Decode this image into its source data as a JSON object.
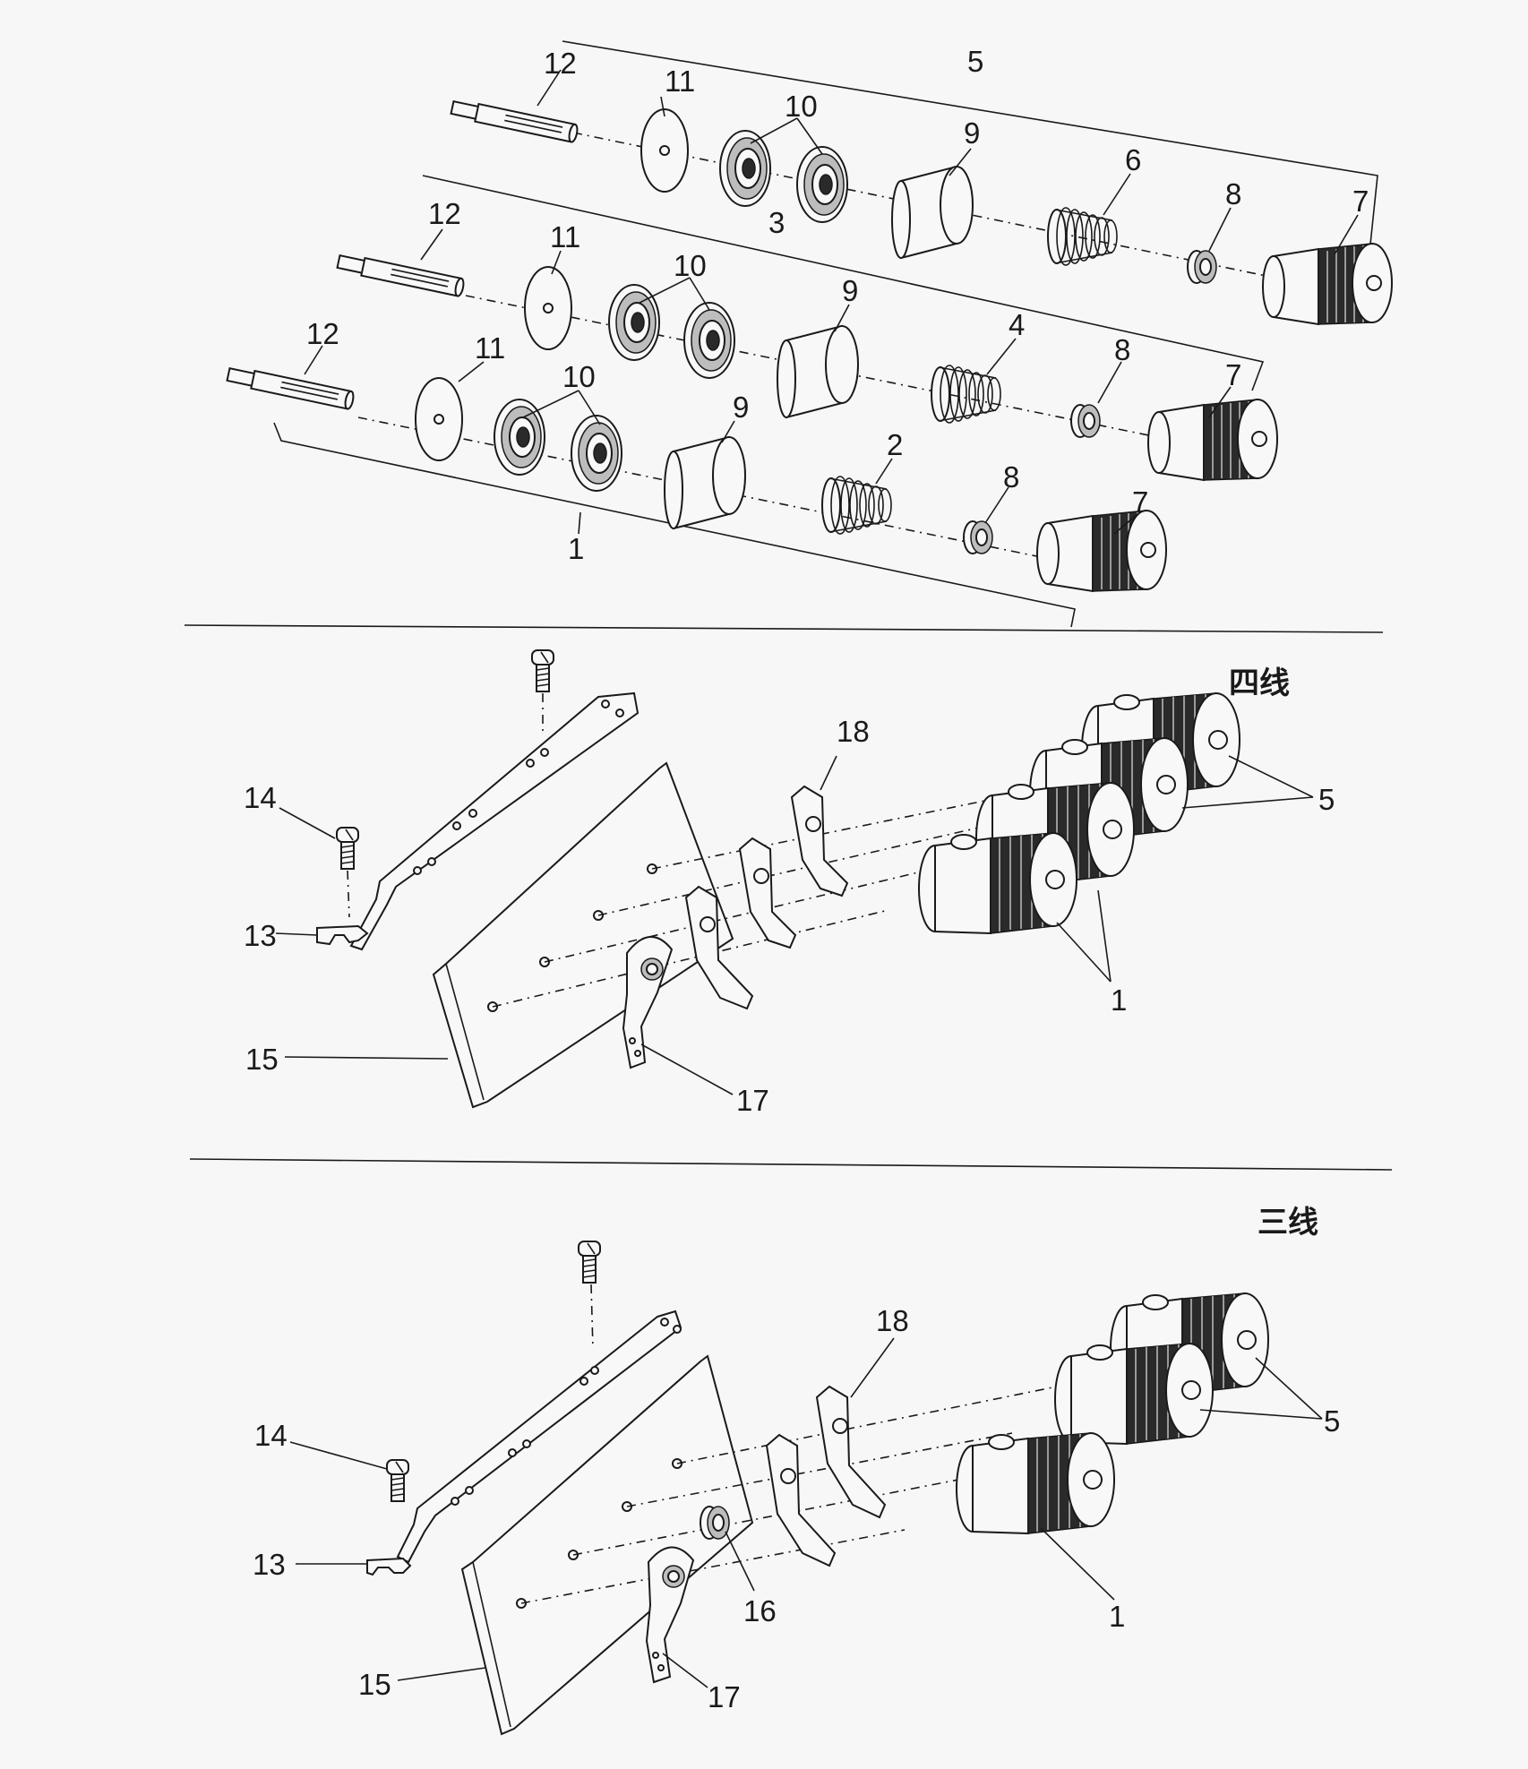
{
  "diagram": {
    "section_four_thread_title": "四线",
    "section_three_thread_title": "三线",
    "top_labels": {
      "n12a": "12",
      "n11a": "11",
      "n10a": "10",
      "n5": "5",
      "n9a": "9",
      "n6": "6",
      "n8a": "8",
      "n7a": "7",
      "n12b": "12",
      "n11b": "11",
      "n10b": "10",
      "n3": "3",
      "n9b": "9",
      "n4": "4",
      "n8b": "8",
      "n7b": "7",
      "n12c": "12",
      "n11c": "11",
      "n10c": "10",
      "n9c": "9",
      "n2": "2",
      "n8c": "8",
      "n7c": "7",
      "n1": "1"
    },
    "mid_labels": {
      "n18": "18",
      "n14": "14",
      "n5": "5",
      "n13": "13",
      "n1": "1",
      "n15": "15",
      "n17": "17"
    },
    "bottom_labels": {
      "n18": "18",
      "n5": "5",
      "n14": "14",
      "n13": "13",
      "n16": "16",
      "n1": "1",
      "n15": "15",
      "n17": "17"
    },
    "icons": [
      "shaft-icon",
      "washer-icon",
      "tension-disc-icon",
      "sleeve-icon",
      "spring-icon",
      "nut-icon",
      "knob-icon",
      "screw-icon",
      "bracket-icon",
      "plate-icon"
    ]
  }
}
